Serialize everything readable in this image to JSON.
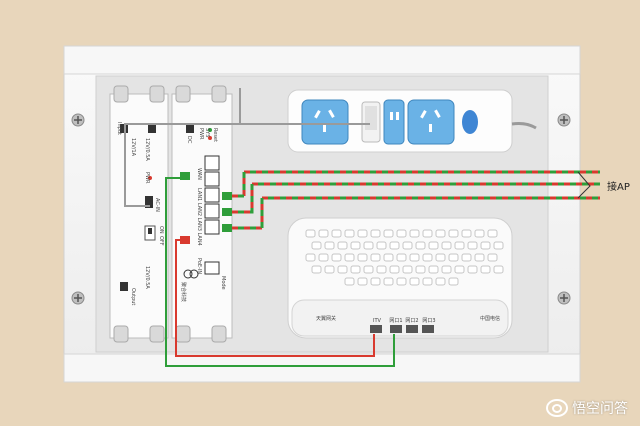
{
  "labels": {
    "ap_label": "接AP",
    "optical_module": {
      "input": "Input",
      "rating_in": "12V/1A",
      "rating_out": "12V/0.5A",
      "pwr": "PWR",
      "acin": "AC-IN",
      "on": "ON",
      "off": "OFF",
      "output": "Output",
      "rating_out2": "12V/0.5A"
    },
    "switch_module": {
      "reset": "Reset",
      "sys": "SYS",
      "pwr": "PWR",
      "dc": "DC",
      "wan": "WAN",
      "lan_ports": "LAN1 LAN2 LAN3 LAN4",
      "poe": "PoE-IN",
      "mode": "Mode",
      "brand": "聚合科技"
    },
    "router": {
      "brand": "天翼网关",
      "carrier": "中国电信",
      "ports": [
        "ITV",
        "网口1",
        "网口2",
        "网口3"
      ]
    }
  },
  "watermark": "悟空问答",
  "colors": {
    "background": "#e8d6bb",
    "panel": "#f4f4f4",
    "inner_panel": "#e2e2e2",
    "green_cable": "#2f9e3a",
    "red_cable": "#d93a2f",
    "outlet_blue": "#5aa9e0"
  },
  "icons": [
    "screw-icon",
    "outlet-icon",
    "power-button-icon",
    "watermark-logo-icon"
  ]
}
